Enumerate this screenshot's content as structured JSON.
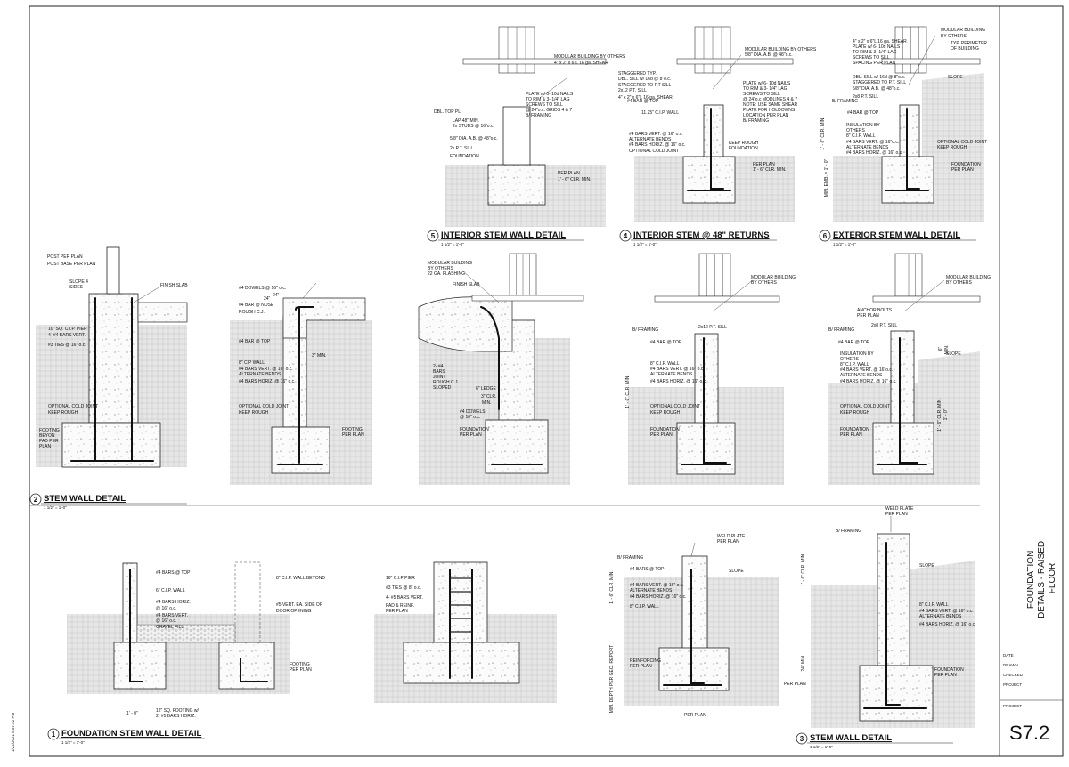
{
  "sheet": {
    "number": "S7.2",
    "title_lines": [
      "FOUNDATION",
      "DETAILS - RAISED",
      "FLOOR"
    ],
    "titleblock_fields": [
      "DATE",
      "DRAWN",
      "CHECKED",
      "PROJECT"
    ],
    "project_label": "PROJECT",
    "plot_stamp": "1/22/2021 8:57:42 PM"
  },
  "details": [
    {
      "num": "5",
      "title": "INTERIOR STEM WALL DETAIL",
      "scale": "1 1/2\" = 1'-0\"",
      "labels": [
        "MODULAR BUILDING BY OTHERS",
        "4\" x 2\" x 6\"L 16 ga. SHEAR",
        "PLATE w/ 6- 10d NAILS",
        "TO RIM & 3- 1/4\" LAG",
        "SCREWS TO SILL",
        "@ 24\"o.c. GRIDS 4 & 7",
        "B/ FRAMING",
        "DBL. TOP PL.",
        "LAP 48\" MIN.",
        "2x STUDS @ 16\"o.c.",
        "5/8\" DIA. A.B. @ 48\"o.c.",
        "2x P.T. SILL",
        "FOUNDATION",
        "PER PLAN",
        "1' - 6\" CLR. MIN."
      ]
    },
    {
      "num": "4",
      "title": "INTERIOR STEM @ 48\" RETURNS",
      "scale": "1 1/2\" = 1'-0\"",
      "labels": [
        "MODULAR BUILDING BY OTHERS",
        "5/8\" DIA. A.B. @ 48\"o.c.",
        "STAGGERED TYP.",
        "DBL. SILL w/ 16d @ 8\"o.c.",
        "STAGGERED TO P.T SILL",
        "2x12 P.T. SILL",
        "4\" x 2\" x 6\"L 16 ga. SHEAR",
        "PLATE w/ 6- 10d NAILS",
        "TO RIM & 3- 1/4\" LAG",
        "SCREWS TO SILL",
        "@ 24\"o.c MODLINES 4 & 7",
        "NOTE: USE SAME SHEAR",
        "PLATE FOR HOLDOWNS",
        "LOCATION PER PLAN",
        "B/ FRAMING",
        "#4 BAR @ TOP",
        "11.25\" C.I.P. WALL",
        "#4 BARS VERT. @ 16\" o.c.",
        "ALTERNATE BENDS",
        "#4 BARS HORIZ. @ 16\" o.c.",
        "OPTIONAL COLD JOINT",
        "KEEP ROUGH",
        "FOUNDATION",
        "PER PLAN",
        "1' - 6\" CLR. MIN."
      ]
    },
    {
      "num": "6",
      "title": "EXTERIOR STEM WALL DETAIL",
      "scale": "1 1/2\" = 1'-0\"",
      "labels": [
        "MODULAR BUILDING",
        "BY OTHERS",
        "TYP. PERIMETER",
        "OF BUILDING",
        "4\" x 2\" x 6\"L 16 ga. SHEAR",
        "PLATE w/ 6- 10d NAILS",
        "TO RIM & 3- 1/4\" LAG",
        "SCREWS TO SILL",
        "SPACING PER PLAN",
        "SLOPE",
        "DBL. SILL w/ 16d @ 8\"o.c.",
        "STAGGERED TO P.T. SILL",
        "5/8\" DIA. A.B. @ 48\"o.c.",
        "2x8 P.T. SILL",
        "B/ FRAMING",
        "#4 BAR @ TOP",
        "INSULATION BY",
        "OTHERS",
        "8\" C.I.P. WALL",
        "#4 BARS VERT. @ 16\"o.c.",
        "ALTERNATE BENDS",
        "#4 BARS HORIZ. @ 16\" o.c.",
        "OPTIONAL COLD JOINT",
        "KEEP ROUGH",
        "FOUNDATION",
        "PER PLAN",
        "1' - 6\" CLR. MIN.",
        "MIN. EMB. = 1' - 0\""
      ]
    },
    {
      "num": "2",
      "title": "STEM WALL DETAIL",
      "scale": "1 1/2\" = 1'-0\"",
      "labels": [
        "POST PER PLAN",
        "POST BASE PER PLAN",
        "SLOPE 4",
        "SIDES",
        "FINISH SLAB",
        "10\" SQ. C.I.P. PIER",
        "4- #4 BARS VERT.",
        "#3 TIES @ 16\" o.c.",
        "OPTIONAL COLD JOINT",
        "KEEP ROUGH",
        "FOOTING",
        "BEYON",
        "PAD PER",
        "PLAN",
        "#4 DOWELS @ 16\" o.c.",
        "24\"",
        "24\"",
        "#4 BAR @ NOSE",
        "ROUGH C.J.",
        "#4 BAR @ TOP",
        "3\" MIN.",
        "8\" CIP WALL",
        "#4 BARS VERT. @ 16\" o.c.",
        "ALTERNATE BENDS",
        "#4 BARS HORIZ. @ 16\" o.c.",
        "OPTIONAL COLD JOINT",
        "KEEP ROUGH",
        "FOOTING",
        "PER PLAN",
        "MODULAR BUILDING",
        "BY OTHERS",
        "22 GA. FLASHING",
        "FINISH SLAB",
        "2- #4",
        "BARS",
        "JOINT",
        "ROUGH C.J.",
        "SLOPED",
        "6\" LEDGE",
        "3\" CLR.",
        "MIN.",
        "#4 DOWELS",
        "@ 16\" o.c.",
        "FOUNDATION",
        "PER PLAN",
        "MODULAR BUILDING",
        "BY OTHERS",
        "2x12 P.T. SILL",
        "B/ FRAMING",
        "#4 BAR @ TOP",
        "8\" C.I.P. WALL",
        "#4 BARS VERT. @ 16\" o.c.",
        "ALTERNATE BENDS",
        "#4 BARS HORIZ. @ 16\" o.c.",
        "OPTIONAL COLD JOINT",
        "KEEP ROUGH",
        "FOUNDATION",
        "PER PLAN",
        "1' - 6\" CLR. MIN.",
        "MODULAR BUILDING",
        "BY OTHERS",
        "ANCHOR BOLTS",
        "PER PLAN",
        "2x8 P.T. SILL",
        "B/ FRAMING",
        "#4 BAR @ TOP",
        "INSULATION BY",
        "OTHERS",
        "8\" C.I.P. WALL",
        "#4 BARS VERT. @ 16\"o.c.",
        "ALTERNATE BENDS",
        "#4 BARS HORIZ. @ 16\" o.c.",
        "OPTIONAL COLD JOINT",
        "KEEP ROUGH",
        "FOUNDATION",
        "PER PLAN",
        "SLOPE",
        "6\"",
        "MIN.",
        "1' - 6\" CLR. MIN.",
        "1' - 0\"",
        "MIN."
      ]
    },
    {
      "num": "1",
      "title": "FOUNDATION STEM WALL DETAIL",
      "scale": "1 1/2\" = 1'-0\"",
      "labels": [
        "#4 BARS @ TOP",
        "6\" C.I.P. WALL",
        "#4 BARS HORIZ.",
        "@ 16\" o.c.",
        "#4 BARS VERT.",
        "@ 16\" o.c.",
        "GRAVEL FILL",
        "8\" C.I.P. WALL BEYOND",
        "#5 VERT. EA. SIDE OF",
        "DOOR OPENING",
        "FOOTING",
        "PER PLAN",
        "1' - 0\"",
        "12\" SQ. FOOTING w/",
        "2- #5 BARS HORIZ.",
        "16\" C.I.P PIER",
        "#3 TIES @ 8\" o.c.",
        "4- #5 BARS VERT.",
        "PAD & REINF.",
        "PER PLAN",
        "B/ FRAMING",
        "WELD PLATE",
        "PER PLAN",
        "#4 BARS @ TOP",
        "SLOPE",
        "#4 BARS VERT. @ 16\" o.c.",
        "ALTERNATE BENDS",
        "#4 BARS HORIZ. @ 16\" o.c.",
        "8\" C.I.P. WALL",
        "REINFORCING",
        "PER PLAN",
        "PER PLAN",
        "1' - 6\" CLR. MIN.",
        "MIN. DEPTH PER GEO. REPORT",
        "PER PLAN"
      ]
    },
    {
      "num": "3",
      "title": "STEM WALL DETAIL",
      "scale": "1 1/2\" = 1'-0\"",
      "labels": [
        "WELD PLATE",
        "PER PLAN",
        "B/ FRAMING",
        "SLOPE",
        "8\" C.I.P. WALL",
        "#4 BARS VERT. @ 16\" o.c.",
        "ALTERNATE BENDS",
        "#4 BARS HORIZ. @ 16\" o.c.",
        "FOUNDATION",
        "PER PLAN",
        "1' - 6\" CLR. MIN.",
        "24\" MIN."
      ]
    }
  ]
}
